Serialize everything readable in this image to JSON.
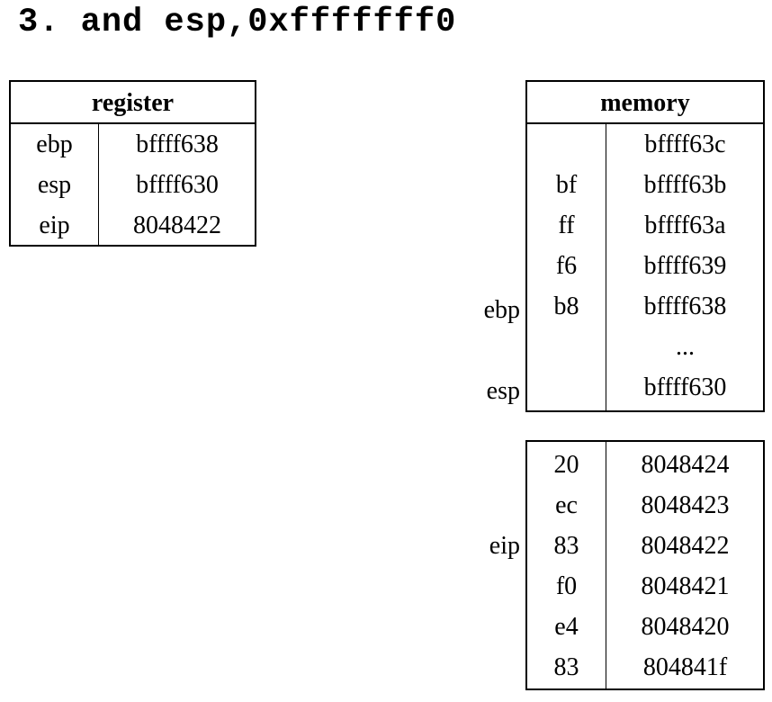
{
  "title": "3. and esp,0xfffffff0",
  "register_table": {
    "header": "register",
    "rows": [
      {
        "name": "ebp",
        "value": "bffff638"
      },
      {
        "name": "esp",
        "value": "bffff630"
      },
      {
        "name": "eip",
        "value": "8048422"
      }
    ]
  },
  "memory_table": {
    "header": "memory",
    "stack_rows": [
      {
        "pointer": "",
        "byte": "",
        "address": "bffff63c"
      },
      {
        "pointer": "",
        "byte": "bf",
        "address": "bffff63b"
      },
      {
        "pointer": "",
        "byte": "ff",
        "address": "bffff63a"
      },
      {
        "pointer": "",
        "byte": "f6",
        "address": "bffff639"
      },
      {
        "pointer": "ebp",
        "byte": "b8",
        "address": "bffff638"
      },
      {
        "pointer": "",
        "byte": "",
        "address": "..."
      },
      {
        "pointer": "esp",
        "byte": "",
        "address": "bffff630"
      }
    ],
    "code_rows": [
      {
        "pointer": "",
        "byte": "20",
        "address": "8048424"
      },
      {
        "pointer": "",
        "byte": "ec",
        "address": "8048423"
      },
      {
        "pointer": "eip",
        "byte": "83",
        "address": "8048422"
      },
      {
        "pointer": "",
        "byte": "f0",
        "address": "8048421"
      },
      {
        "pointer": "",
        "byte": "e4",
        "address": "8048420"
      },
      {
        "pointer": "",
        "byte": "83",
        "address": "804841f"
      }
    ]
  }
}
